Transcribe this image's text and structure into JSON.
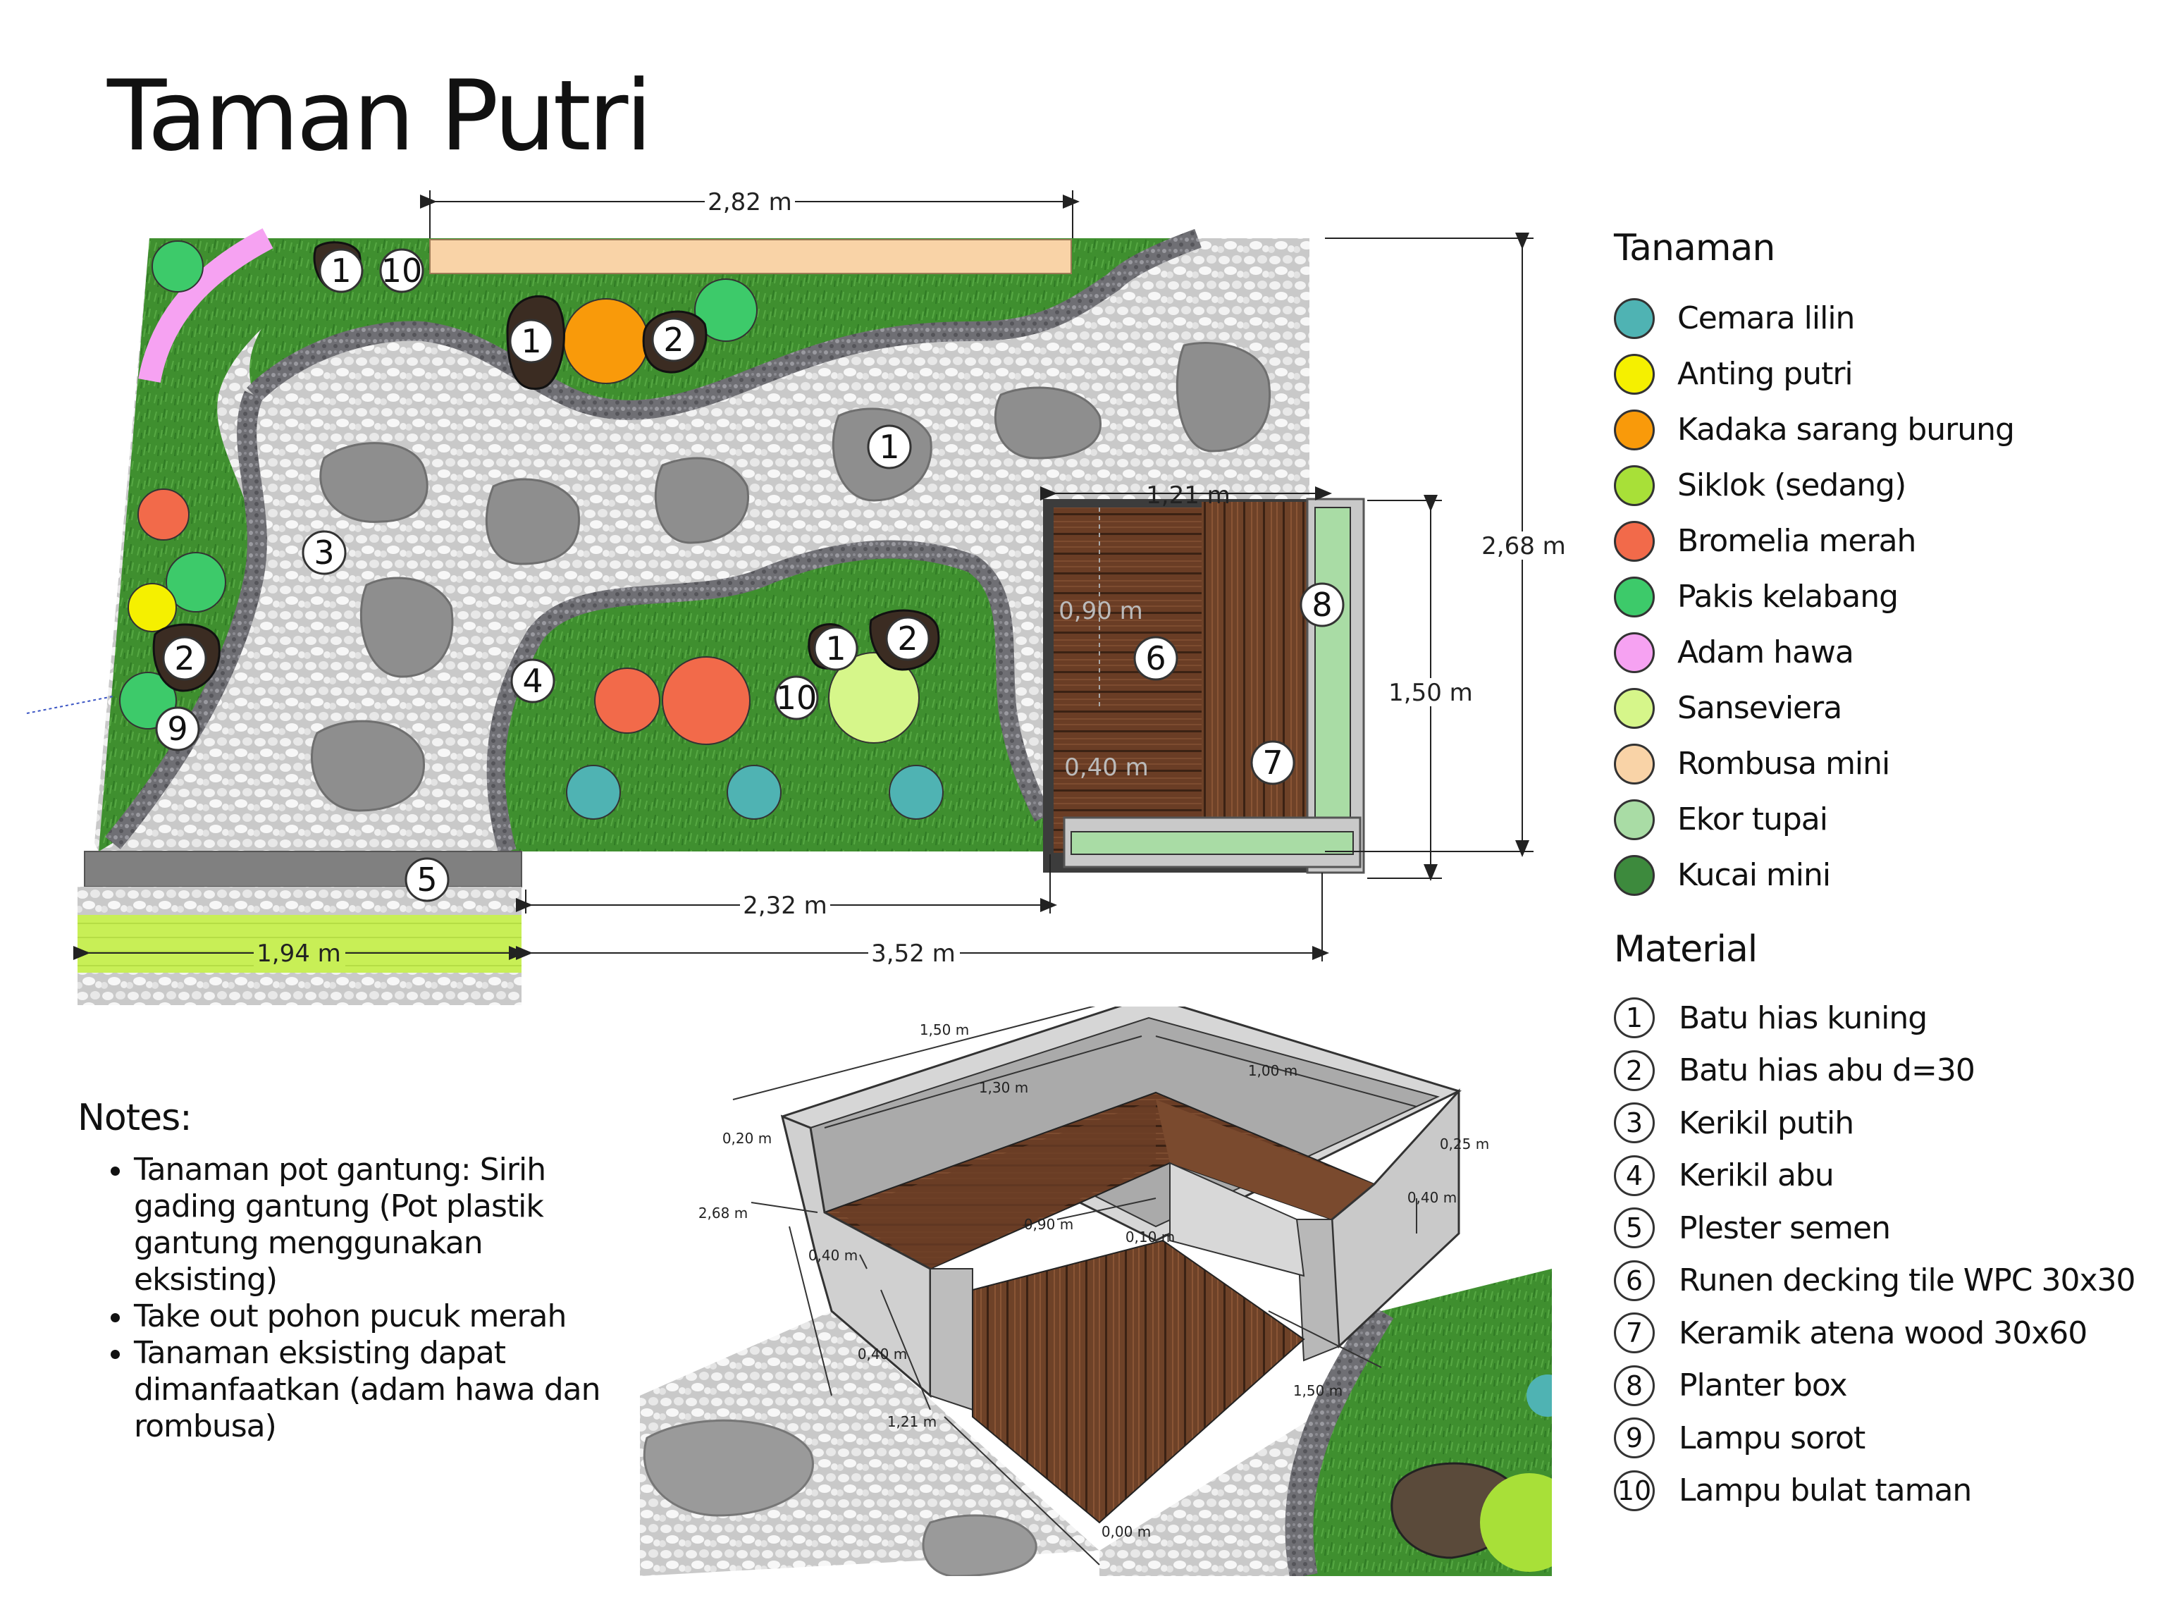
{
  "title": "Taman Putri",
  "dimensions": {
    "top_width": "2,82 m",
    "total_height": "2,68 m",
    "bench_width": "1,21 m",
    "bench_height": "1,50 m",
    "mid_width": "2,32 m",
    "bottom_left_width": "1,94 m",
    "bottom_total_width": "3,52 m",
    "deck_depth": "0,90 m",
    "deck_front": "0,40 m"
  },
  "plan_markers": [
    "1",
    "10",
    "1",
    "2",
    "1",
    "3",
    "2",
    "9",
    "4",
    "1",
    "2",
    "10",
    "6",
    "8",
    "7",
    "5"
  ],
  "iso_labels": {
    "a": "1,50 m",
    "b": "1,30 m",
    "c": "1,00 m",
    "d": "0,20 m",
    "e": "0,25 m",
    "f": "2,68 m",
    "g": "0,90 m",
    "h": "0,10 m",
    "i": "0,40 m",
    "j": "0,40 m",
    "k": "0,40 m",
    "l": "1,50 m",
    "m": "1,21 m",
    "n": "0,00 m"
  },
  "legend": {
    "plants_title": "Tanaman",
    "plants": [
      {
        "name": "Cemara lilin",
        "color": "#4fb3b3"
      },
      {
        "name": "Anting putri",
        "color": "#f5f000"
      },
      {
        "name": "Kadaka sarang burung",
        "color": "#f99a0a"
      },
      {
        "name": "Siklok (sedang)",
        "color": "#a8e038"
      },
      {
        "name": "Bromelia merah",
        "color": "#f26a4a"
      },
      {
        "name": "Pakis kelabang",
        "color": "#3dca6a"
      },
      {
        "name": "Adam hawa",
        "color": "#f6a2f2"
      },
      {
        "name": "Sanseviera",
        "color": "#d6f68a"
      },
      {
        "name": "Rombusa mini",
        "color": "#f9d3a7"
      },
      {
        "name": "Ekor tupai",
        "color": "#a9dca5"
      },
      {
        "name": "Kucai mini",
        "color": "#3d8a3d"
      }
    ],
    "materials_title": "Material",
    "materials": [
      {
        "num": "1",
        "name": "Batu hias kuning"
      },
      {
        "num": "2",
        "name": "Batu hias abu d=30"
      },
      {
        "num": "3",
        "name": "Kerikil putih"
      },
      {
        "num": "4",
        "name": "Kerikil abu"
      },
      {
        "num": "5",
        "name": "Plester semen"
      },
      {
        "num": "6",
        "name": "Runen decking tile WPC 30x30"
      },
      {
        "num": "7",
        "name": "Keramik atena wood 30x60"
      },
      {
        "num": "8",
        "name": "Planter box"
      },
      {
        "num": "9",
        "name": "Lampu sorot"
      },
      {
        "num": "10",
        "name": "Lampu bulat taman"
      }
    ]
  },
  "notes": {
    "title": "Notes:",
    "items": [
      "Tanaman pot gantung: Sirih gading gantung (Pot plastik gantung menggunakan eksisting)",
      "Take out pohon pucuk merah",
      "Tanaman eksisting dapat dimanfaatkan (adam hawa dan rombusa)"
    ]
  }
}
